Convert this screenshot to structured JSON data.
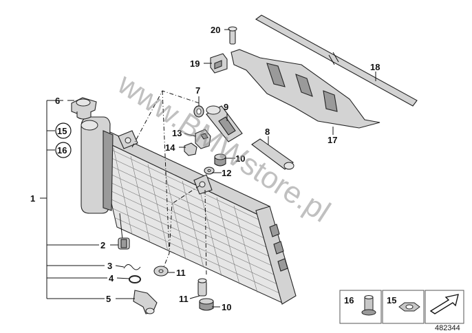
{
  "callouts": {
    "c1": "1",
    "c2": "2",
    "c3": "3",
    "c4": "4",
    "c5": "5",
    "c6": "6",
    "c7": "7",
    "c8": "8",
    "c9": "9",
    "c10a": "10",
    "c10b": "10",
    "c11a": "11",
    "c11b": "11",
    "c12": "12",
    "c13": "13",
    "c14": "14",
    "c15": "15",
    "c16": "16",
    "c17": "17",
    "c18": "18",
    "c19": "19",
    "c20": "20"
  },
  "legend": {
    "key16": "16",
    "key15": "15"
  },
  "watermark": "www.BMWstore.pl",
  "diagram_number": "482344"
}
